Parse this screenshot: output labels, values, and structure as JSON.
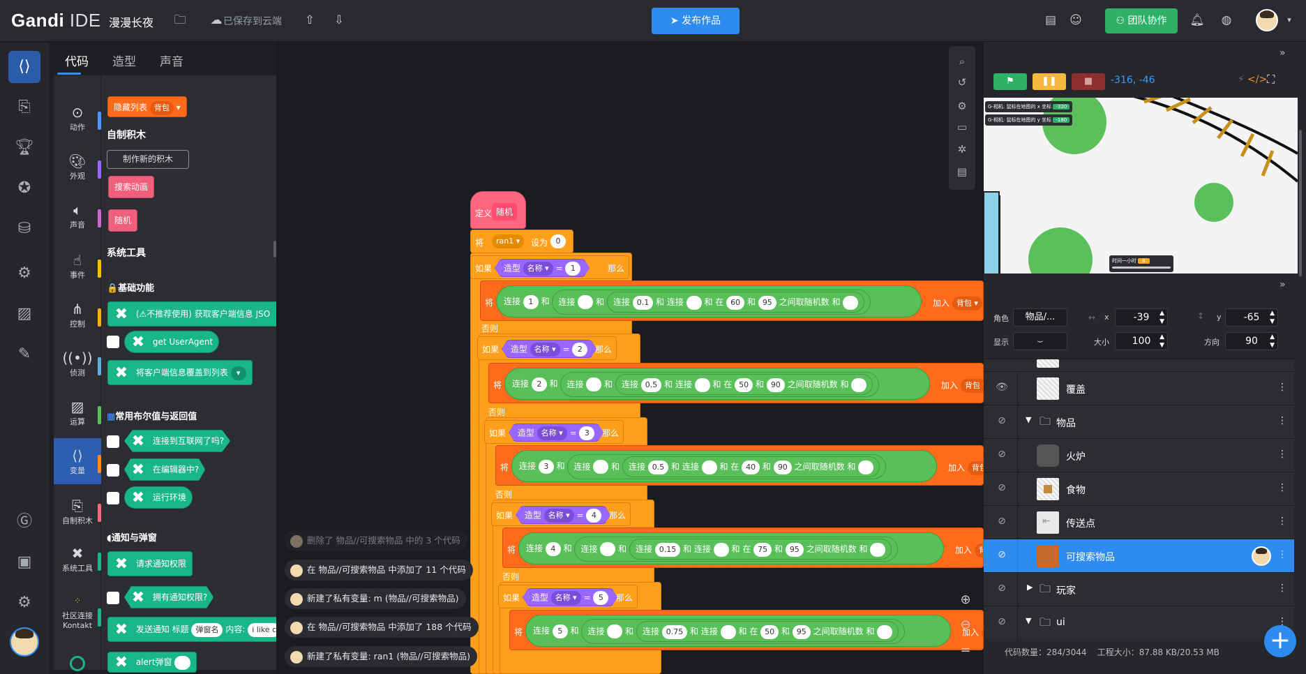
{
  "app": {
    "logo_bold": "Gandi",
    "logo_rest": " IDE",
    "project_name": "漫漫长夜",
    "save_status": "已保存到云端"
  },
  "topbar": {
    "publish_label": "发布作品",
    "team_label": "团队协作"
  },
  "tabs": [
    {
      "label": "代码"
    },
    {
      "label": "造型"
    },
    {
      "label": "声音"
    }
  ],
  "categories": [
    {
      "label": "动作",
      "icon": "motion-icon",
      "color": "#4c97ff"
    },
    {
      "label": "外观",
      "icon": "looks-icon",
      "color": "#9966ff"
    },
    {
      "label": "声音",
      "icon": "sound-icon",
      "color": "#cf63cf"
    },
    {
      "label": "事件",
      "icon": "events-icon",
      "color": "#ffbf00"
    },
    {
      "label": "控制",
      "icon": "control-icon",
      "color": "#ffab19"
    },
    {
      "label": "侦测",
      "icon": "sensing-icon",
      "color": "#5cb1d6"
    },
    {
      "label": "运算",
      "icon": "operators-icon",
      "color": "#59c059"
    },
    {
      "label": "变量",
      "icon": "variables-icon",
      "color": "#ff8c1a"
    },
    {
      "label": "自制积木",
      "icon": "myblocks-icon",
      "color": "#ff6680"
    },
    {
      "label": "系统工具",
      "icon": "tools-icon",
      "color": "#19b68a"
    },
    {
      "label": "社区连接 Kontakt",
      "icon": "community-icon",
      "color": "#19b68a"
    }
  ],
  "palette": {
    "list_block": "隐藏列表",
    "list_name": "背包",
    "myblocks_header": "自制积木",
    "make_block_btn": "制作新的积木",
    "block_search_anim": "搜索动画",
    "block_random": "随机",
    "tools_header": "系统工具",
    "basic_header": "🔒基础功能",
    "b1": "(⚠不推荐使用) 获取客户端信息",
    "b1_suffix": "JSO",
    "b2": "get UserAgent",
    "b3": "将客户端信息覆盖到列表",
    "bool_header": "常用布尔值与返回值",
    "b4": "连接到互联网了吗?",
    "b5": "在编辑器中?",
    "b6": "运行环境",
    "notify_header": "通知与弹窗",
    "b7": "请求通知权限",
    "b8": "拥有通知权限?",
    "b9_prefix": "发送通知 标题",
    "b9_title": "弹窗名",
    "b9_mid": "内容",
    "b9_content": "i like c",
    "b10": "alert弹窗"
  },
  "script": {
    "define_label": "定义",
    "define_name": "随机",
    "set_label": "将",
    "set_var": "ran1",
    "set_to": "设为",
    "set_val": "0",
    "if_label": "如果",
    "then_label": "那么",
    "else_label": "否则",
    "costume_label": "造型",
    "name_label": "名称",
    "eq": "=",
    "put_label": "将",
    "join": "连接",
    "and": "和",
    "add_to": "加入",
    "list": "背包",
    "random_in": "在",
    "random_and": "和",
    "random_tail": "之间取随机数",
    "rows": [
      {
        "n": "1",
        "frac": "0.1",
        "lo": "60",
        "hi": "95"
      },
      {
        "n": "2",
        "frac": "0.5",
        "lo": "50",
        "hi": "90"
      },
      {
        "n": "3",
        "frac": "0.5",
        "lo": "40",
        "hi": "90"
      },
      {
        "n": "4",
        "frac": "0.15",
        "lo": "75",
        "hi": "95"
      },
      {
        "n": "5",
        "frac": "0.75",
        "lo": "50",
        "hi": "95"
      }
    ]
  },
  "toasts": [
    {
      "text": "删除了 物品//可搜索物品 中的 3 个代码"
    },
    {
      "text": "在 物品//可搜索物品 中添加了 11 个代码"
    },
    {
      "text": "新建了私有变量: m (物品//可搜索物品)"
    },
    {
      "text": "在 物品//可搜索物品 中添加了 188 个代码"
    },
    {
      "text": "新建了私有变量: ran1 (物品//可搜索物品)"
    }
  ],
  "stage": {
    "coords": "-316, -46",
    "monitor1_label": "G-相机: 鼠标在地图的 x 坐标",
    "monitor1_value": "-320",
    "monitor2_label": "G-相机: 鼠标在地图的 y 坐标",
    "monitor2_value": "-180",
    "slider_label": "时间一小时",
    "slider_value": "8"
  },
  "sprite": {
    "role_label": "角色",
    "name": "物品/...",
    "x_label": "x",
    "x": "-39",
    "y_label": "y",
    "y": "-65",
    "show_label": "显示",
    "size_label": "大小",
    "size": "100",
    "dir_label": "方向",
    "direction": "90"
  },
  "layers": [
    {
      "name": "覆盖",
      "type": "sprite"
    },
    {
      "name": "物品",
      "type": "folder"
    },
    {
      "name": "火炉",
      "type": "sprite"
    },
    {
      "name": "食物",
      "type": "sprite"
    },
    {
      "name": "传送点",
      "type": "sprite"
    },
    {
      "name": "可搜索物品",
      "type": "sprite",
      "selected": true
    },
    {
      "name": "玩家",
      "type": "folder"
    },
    {
      "name": "ui",
      "type": "folder"
    }
  ],
  "status": {
    "code_count": "代码数量：284/3044",
    "project_size": "工程大小：87.88 KB/20.53 MB"
  }
}
